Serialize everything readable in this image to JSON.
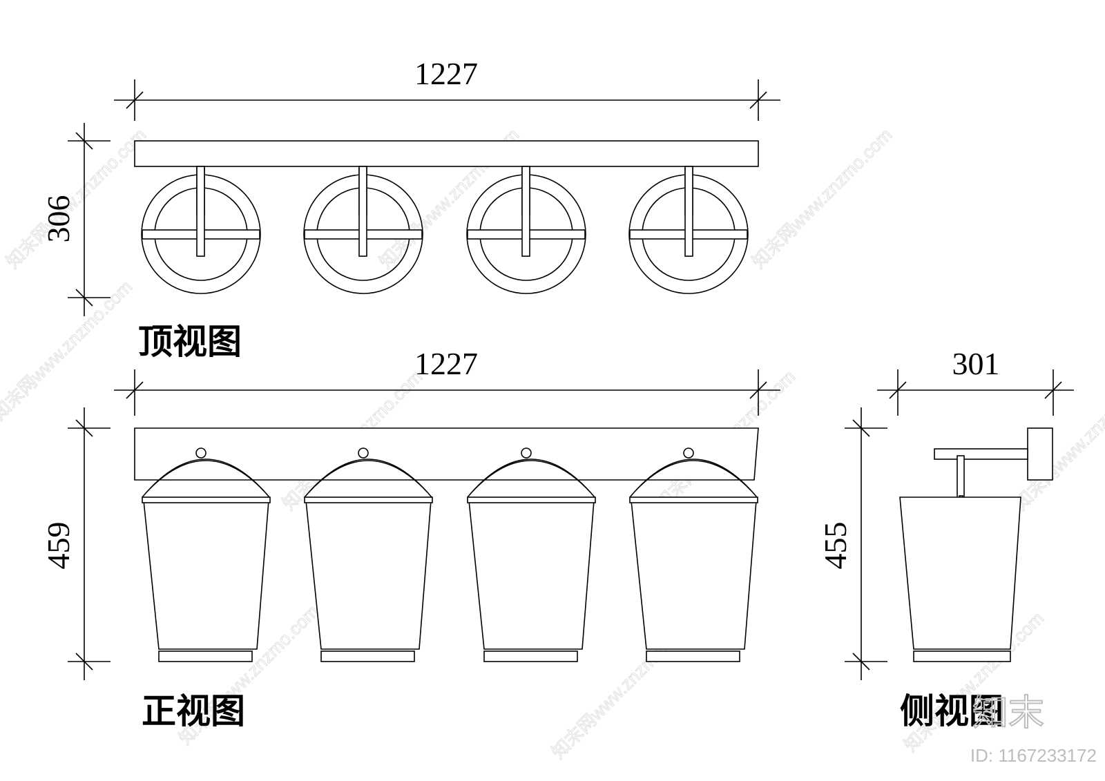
{
  "dimensions": {
    "top_width": "1227",
    "top_depth": "306",
    "front_width": "1227",
    "front_height": "459",
    "side_width": "301",
    "side_height": "455"
  },
  "labels": {
    "top_view": "顶视图",
    "front_view": "正视图",
    "side_view": "侧视图"
  },
  "watermark": {
    "text": "知末网www.znzmo.com",
    "brand": "知末",
    "id": "ID: 1167233172"
  }
}
